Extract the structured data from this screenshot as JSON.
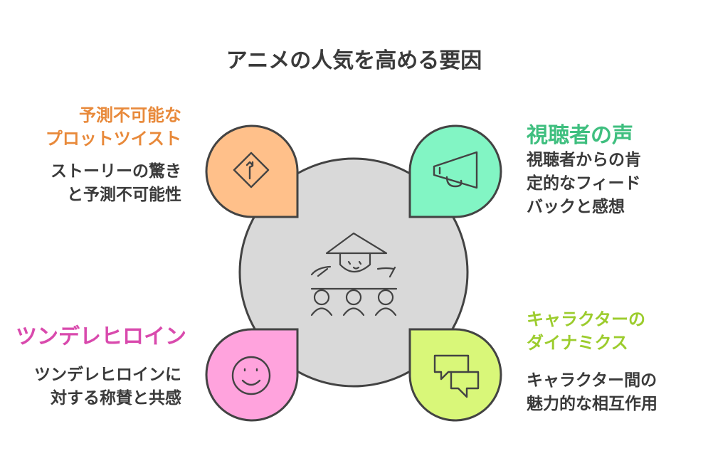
{
  "title": "アニメの人気を高める要因",
  "colors": {
    "center_fill": "#d9d9d9",
    "outline": "#434343",
    "orange": "#ffc08a",
    "green": "#82f5c4",
    "pink": "#ffa3dd",
    "lime": "#d9f779",
    "orange_text": "#e8893a",
    "green_text": "#3fbf7f",
    "pink_text": "#d94aad",
    "lime_text": "#9ccc2d"
  },
  "factors": [
    {
      "id": "plot-twist",
      "heading": [
        "予測不可能な",
        "プロットツイスト"
      ],
      "description": [
        "ストーリーの驚き",
        "と予測不可能性"
      ],
      "icon": "road-sign-icon"
    },
    {
      "id": "viewer-voice",
      "heading": [
        "視聴者の声"
      ],
      "description": [
        "視聴者からの肯",
        "定的なフィード",
        "バックと感想"
      ],
      "icon": "megaphone-icon"
    },
    {
      "id": "tsundere",
      "heading": [
        "ツンデレヒロイン"
      ],
      "description": [
        "ツンデレヒロインに",
        "対する称賛と共感"
      ],
      "icon": "smiley-icon"
    },
    {
      "id": "character-dynamics",
      "heading": [
        "キャラクターの",
        "ダイナミクス"
      ],
      "description": [
        "キャラクター間の",
        "魅力的な相互作用"
      ],
      "icon": "chat-bubbles-icon"
    }
  ],
  "center_icon": "anime-fans-icon"
}
